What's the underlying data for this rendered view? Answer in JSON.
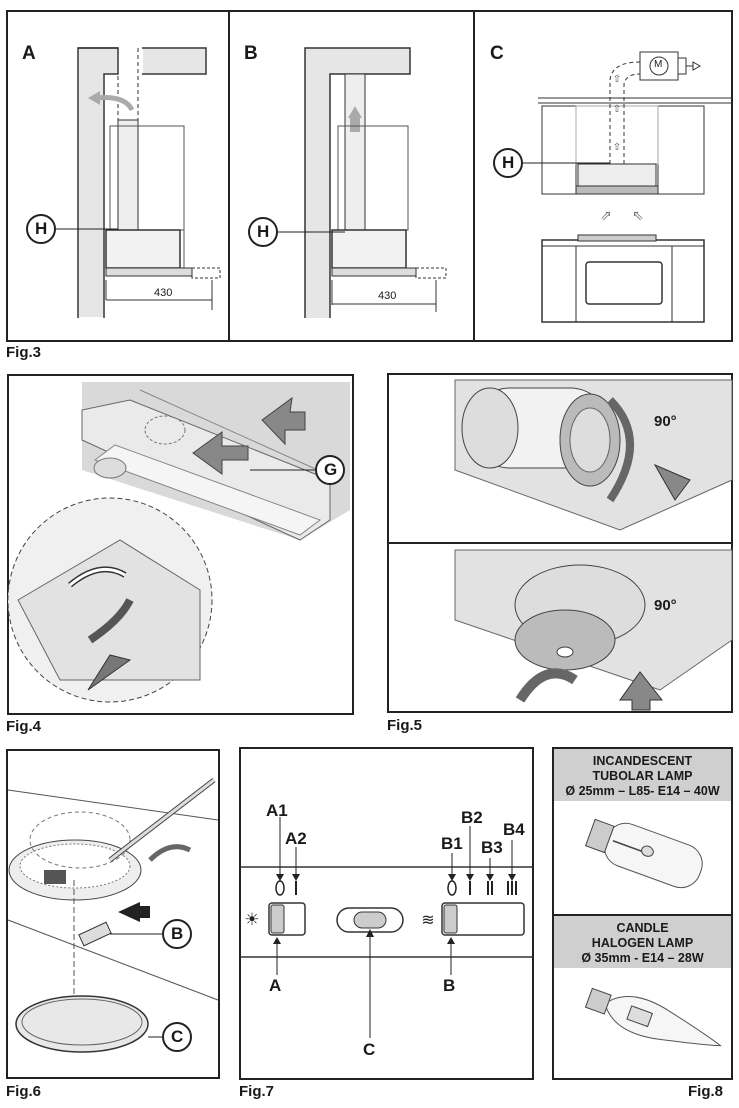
{
  "fig3": {
    "label": "Fig.3",
    "panel_a": "A",
    "panel_b": "B",
    "panel_c": "C",
    "marker_h": "H",
    "dim_a": "430",
    "dim_b": "430",
    "motor": "M"
  },
  "fig4": {
    "label": "Fig.4",
    "marker_g": "G"
  },
  "fig5": {
    "label": "Fig.5",
    "angle_top": "90°",
    "angle_bottom": "90°"
  },
  "fig6": {
    "label": "Fig.6",
    "marker_b": "B",
    "marker_c": "C"
  },
  "fig7": {
    "label": "Fig.7",
    "a1": "A1",
    "a2": "A2",
    "b1": "B1",
    "b2": "B2",
    "b3": "B3",
    "b4": "B4",
    "a": "A",
    "b": "B",
    "c": "C"
  },
  "fig8": {
    "label": "Fig.8",
    "lamp1": {
      "line1": "INCANDESCENT",
      "line2": "TUBOLAR LAMP",
      "line3": "Ø 25mm – L85- E14 – 40W"
    },
    "lamp2": {
      "line1": "CANDLE",
      "line2": "HALOGEN LAMP",
      "line3": "Ø 35mm - E14 – 28W"
    }
  }
}
